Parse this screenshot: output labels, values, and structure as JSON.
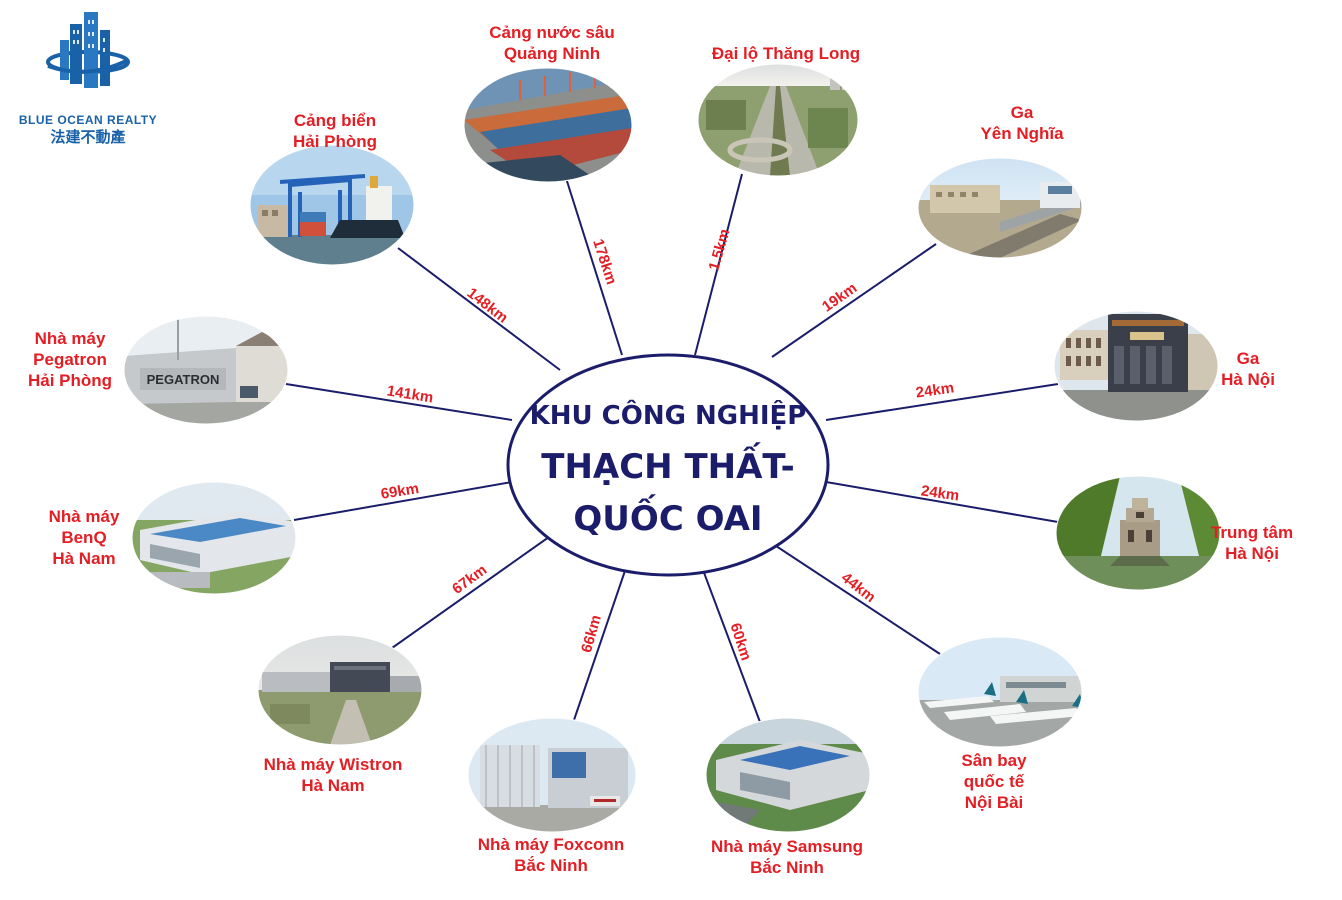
{
  "brand": {
    "name": "BLUE OCEAN REALTY",
    "name_cn": "法建不動產",
    "color": "#1a62a8"
  },
  "center": {
    "line1": "KHU CÔNG NGHIỆP",
    "line2": "THẠCH THẤT-",
    "line3": "QUỐC OAI"
  },
  "colors": {
    "label": "#e31e24",
    "line": "#1b1d6b",
    "center_text": "#1b1d6b"
  },
  "destinations": [
    {
      "id": "cang-bien-hai-phong",
      "label": [
        "Cảng biển",
        "Hải Phòng"
      ],
      "distance": "148km",
      "photo": "port-cranes-photo"
    },
    {
      "id": "cang-nuoc-sau-quang-ninh",
      "label": [
        "Cảng nước sâu",
        "Quảng Ninh"
      ],
      "distance": "178km",
      "photo": "container-port-photo"
    },
    {
      "id": "dai-lo-thang-long",
      "label": [
        "Đại lộ Thăng Long"
      ],
      "distance": "1.5km",
      "photo": "highway-aerial-photo"
    },
    {
      "id": "ga-yen-nghia",
      "label": [
        "Ga",
        "Yên Nghĩa"
      ],
      "distance": "19km",
      "photo": "metro-station-photo"
    },
    {
      "id": "ga-ha-noi",
      "label": [
        "Ga",
        "Hà Nội"
      ],
      "distance": "24km",
      "photo": "railway-station-photo"
    },
    {
      "id": "trung-tam-ha-noi",
      "label": [
        "Trung tâm",
        "Hà Nội"
      ],
      "distance": "24km",
      "photo": "turtle-tower-photo"
    },
    {
      "id": "san-bay-noi-bai",
      "label": [
        "Sân bay",
        "quốc tế",
        "Nội Bài"
      ],
      "distance": "44km",
      "photo": "airport-photo"
    },
    {
      "id": "samsung-bac-ninh",
      "label": [
        "Nhà máy Samsung",
        "Bắc Ninh"
      ],
      "distance": "60km",
      "photo": "samsung-factory-photo"
    },
    {
      "id": "foxconn-bac-ninh",
      "label": [
        "Nhà máy Foxconn",
        "Bắc Ninh"
      ],
      "distance": "66km",
      "photo": "foxconn-factory-photo"
    },
    {
      "id": "wistron-ha-nam",
      "label": [
        "Nhà máy Wistron",
        "Hà Nam"
      ],
      "distance": "67km",
      "photo": "wistron-factory-photo"
    },
    {
      "id": "benq-ha-nam",
      "label": [
        "Nhà máy",
        "BenQ",
        "Hà Nam"
      ],
      "distance": "69km",
      "photo": "benq-factory-photo"
    },
    {
      "id": "pegatron-hai-phong",
      "label": [
        "Nhà máy",
        "Pegatron",
        "Hải Phòng"
      ],
      "distance": "141km",
      "photo": "pegatron-factory-photo",
      "sign": "PEGATRON"
    }
  ]
}
